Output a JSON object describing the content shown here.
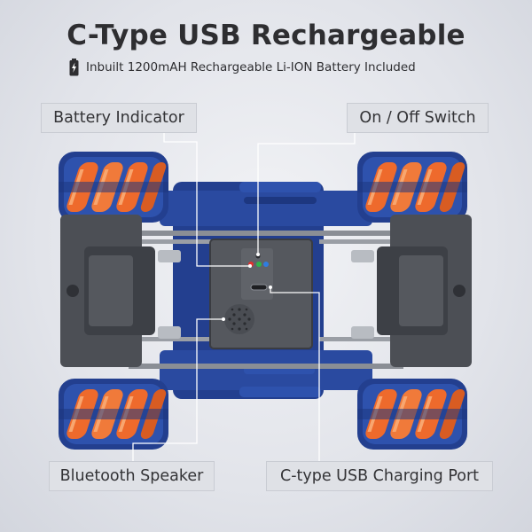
{
  "header": {
    "title": "C-Type USB Rechargeable",
    "subtitle": "Inbuilt 1200mAH Rechargeable Li-ION Battery Included",
    "battery_icon": "battery-charging-icon"
  },
  "callouts": {
    "battery_indicator": "Battery Indicator",
    "on_off_switch": "On / Off Switch",
    "bluetooth_speaker": "Bluetooth Speaker",
    "charging_port": "C-type USB Charging Port"
  },
  "colors": {
    "chassis_blue": "#233f8f",
    "wheel_orange": "#ee6a2c",
    "body_gray": "#4c4f55",
    "led_red": "#e0312f",
    "led_green": "#2fb54a",
    "led_blue": "#2f7de0"
  }
}
